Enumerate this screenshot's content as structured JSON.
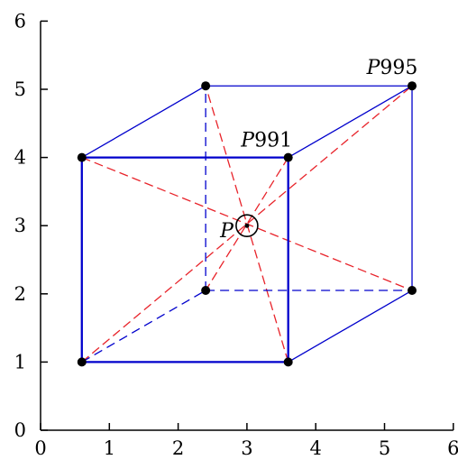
{
  "chart_data": {
    "type": "scatter",
    "xlim": [
      0,
      6
    ],
    "ylim": [
      0,
      6
    ],
    "x_ticks": [
      "0",
      "1",
      "2",
      "3",
      "4",
      "5",
      "6"
    ],
    "y_ticks": [
      "0",
      "1",
      "2",
      "3",
      "4",
      "5",
      "6"
    ],
    "grid": false,
    "colors": {
      "edges": "#0000cc",
      "diagonals": "#e8232a",
      "points": "#000000",
      "axis": "#000000"
    },
    "vertices": [
      {
        "id": "v1",
        "x": 0.6,
        "y": 1.0
      },
      {
        "id": "v2",
        "x": 3.6,
        "y": 1.0
      },
      {
        "id": "v3",
        "x": 3.6,
        "y": 4.0
      },
      {
        "id": "v4",
        "x": 0.6,
        "y": 4.0
      },
      {
        "id": "v5",
        "x": 2.4,
        "y": 2.05
      },
      {
        "id": "v6",
        "x": 5.4,
        "y": 2.05
      },
      {
        "id": "v7",
        "x": 5.4,
        "y": 5.05
      },
      {
        "id": "v8",
        "x": 2.4,
        "y": 5.05
      }
    ],
    "edges": [
      {
        "from": "v1",
        "to": "v2",
        "style": "solid",
        "weight": "thick"
      },
      {
        "from": "v2",
        "to": "v3",
        "style": "solid",
        "weight": "thick"
      },
      {
        "from": "v3",
        "to": "v4",
        "style": "solid",
        "weight": "thick"
      },
      {
        "from": "v4",
        "to": "v1",
        "style": "solid",
        "weight": "thick"
      },
      {
        "from": "v2",
        "to": "v6",
        "style": "solid",
        "weight": "thin"
      },
      {
        "from": "v6",
        "to": "v7",
        "style": "solid",
        "weight": "thin"
      },
      {
        "from": "v7",
        "to": "v8",
        "style": "solid",
        "weight": "thin"
      },
      {
        "from": "v8",
        "to": "v4",
        "style": "solid",
        "weight": "thin"
      },
      {
        "from": "v3",
        "to": "v7",
        "style": "solid",
        "weight": "thin"
      },
      {
        "from": "v1",
        "to": "v5",
        "style": "dashed",
        "weight": "thin"
      },
      {
        "from": "v5",
        "to": "v6",
        "style": "dashed",
        "weight": "thin"
      },
      {
        "from": "v5",
        "to": "v8",
        "style": "dashed",
        "weight": "thin"
      }
    ],
    "diagonals": [
      {
        "from": "v1",
        "to": "v7"
      },
      {
        "from": "v2",
        "to": "v8"
      },
      {
        "from": "v3",
        "to": "v5"
      },
      {
        "from": "v4",
        "to": "v6"
      }
    ],
    "center": {
      "x": 3.0,
      "y": 3.0
    },
    "labels": {
      "p991": "P991",
      "p995": "P995",
      "center": "P"
    }
  }
}
